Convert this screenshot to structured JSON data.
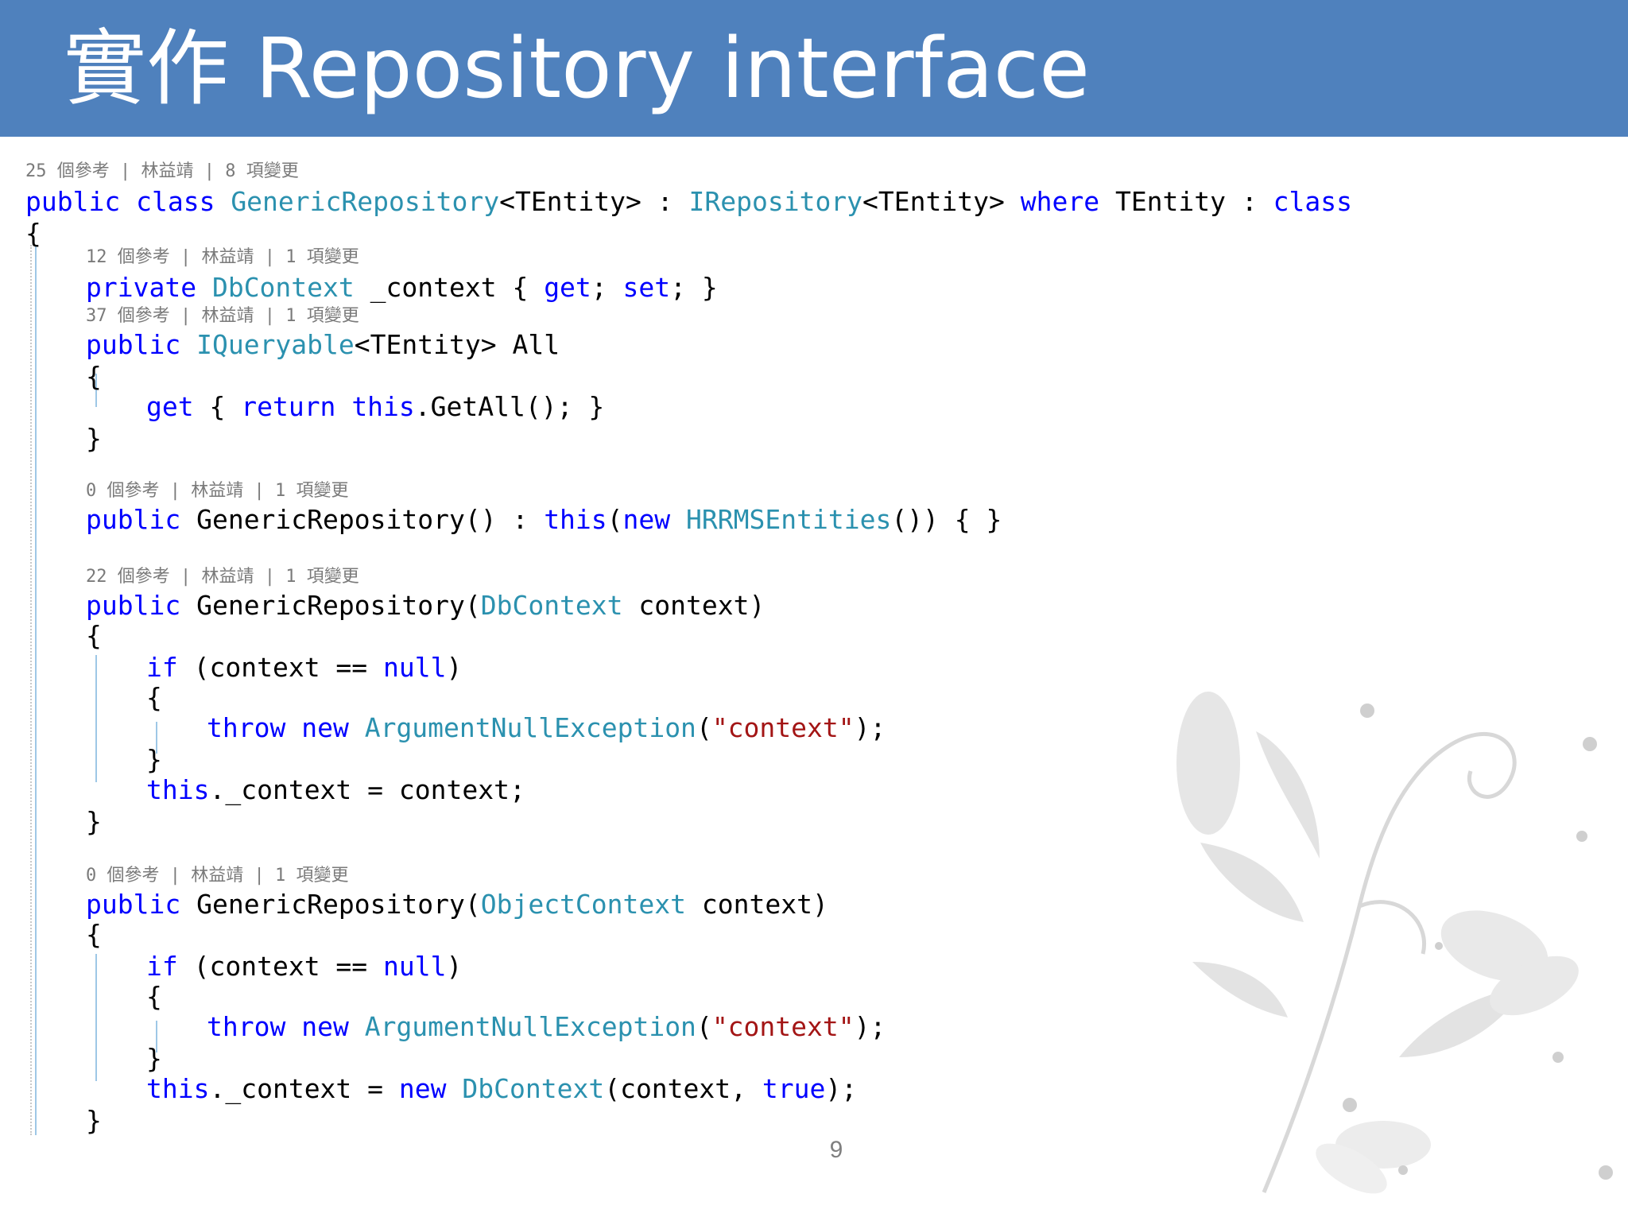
{
  "slide": {
    "title": "實作 Repository interface",
    "page_number": "9"
  },
  "code": {
    "lens": [
      "25 個參考 | 林益靖 | 8 項變更",
      "12 個參考 | 林益靖 | 1 項變更",
      "37 個參考 | 林益靖 | 1 項變更",
      "0 個參考 | 林益靖 | 1 項變更",
      "22 個參考 | 林益靖 | 1 項變更",
      "0 個參考 | 林益靖 | 1 項變更"
    ],
    "lines": [
      [
        {
          "t": "public",
          "c": "kw"
        },
        {
          "t": " "
        },
        {
          "t": "class",
          "c": "kw"
        },
        {
          "t": " "
        },
        {
          "t": "GenericRepository",
          "c": "ty"
        },
        {
          "t": "<TEntity> : "
        },
        {
          "t": "IRepository",
          "c": "ty"
        },
        {
          "t": "<TEntity> "
        },
        {
          "t": "where",
          "c": "kw"
        },
        {
          "t": " TEntity : "
        },
        {
          "t": "class",
          "c": "kw"
        }
      ],
      [
        {
          "t": "{"
        }
      ],
      [
        {
          "t": "private",
          "c": "kw"
        },
        {
          "t": " "
        },
        {
          "t": "DbContext",
          "c": "ty"
        },
        {
          "t": " _context { "
        },
        {
          "t": "get",
          "c": "kw"
        },
        {
          "t": "; "
        },
        {
          "t": "set",
          "c": "kw"
        },
        {
          "t": "; }"
        }
      ],
      [
        {
          "t": "public",
          "c": "kw"
        },
        {
          "t": " "
        },
        {
          "t": "IQueryable",
          "c": "ty"
        },
        {
          "t": "<TEntity> All"
        }
      ],
      [
        {
          "t": "{"
        }
      ],
      [
        {
          "t": "get",
          "c": "kw"
        },
        {
          "t": " { "
        },
        {
          "t": "return",
          "c": "kw"
        },
        {
          "t": " "
        },
        {
          "t": "this",
          "c": "kw"
        },
        {
          "t": ".GetAll(); }"
        }
      ],
      [
        {
          "t": "}"
        }
      ],
      [
        {
          "t": "public",
          "c": "kw"
        },
        {
          "t": " GenericRepository() : "
        },
        {
          "t": "this",
          "c": "kw"
        },
        {
          "t": "("
        },
        {
          "t": "new",
          "c": "kw"
        },
        {
          "t": " "
        },
        {
          "t": "HRRMSEntities",
          "c": "ty"
        },
        {
          "t": "()) { }"
        }
      ],
      [
        {
          "t": "public",
          "c": "kw"
        },
        {
          "t": " GenericRepository("
        },
        {
          "t": "DbContext",
          "c": "ty"
        },
        {
          "t": " context)"
        }
      ],
      [
        {
          "t": "{"
        }
      ],
      [
        {
          "t": "if",
          "c": "kw"
        },
        {
          "t": " (context == "
        },
        {
          "t": "null",
          "c": "kw"
        },
        {
          "t": ")"
        }
      ],
      [
        {
          "t": "{"
        }
      ],
      [
        {
          "t": "throw",
          "c": "kw"
        },
        {
          "t": " "
        },
        {
          "t": "new",
          "c": "kw"
        },
        {
          "t": " "
        },
        {
          "t": "ArgumentNullException",
          "c": "ty"
        },
        {
          "t": "("
        },
        {
          "t": "\"context\"",
          "c": "st"
        },
        {
          "t": ");"
        }
      ],
      [
        {
          "t": "}"
        }
      ],
      [
        {
          "t": "this",
          "c": "kw"
        },
        {
          "t": "._context = context;"
        }
      ],
      [
        {
          "t": "}"
        }
      ],
      [
        {
          "t": "public",
          "c": "kw"
        },
        {
          "t": " GenericRepository("
        },
        {
          "t": "ObjectContext",
          "c": "ty"
        },
        {
          "t": " context)"
        }
      ],
      [
        {
          "t": "{"
        }
      ],
      [
        {
          "t": "if",
          "c": "kw"
        },
        {
          "t": " (context == "
        },
        {
          "t": "null",
          "c": "kw"
        },
        {
          "t": ")"
        }
      ],
      [
        {
          "t": "{"
        }
      ],
      [
        {
          "t": "throw",
          "c": "kw"
        },
        {
          "t": " "
        },
        {
          "t": "new",
          "c": "kw"
        },
        {
          "t": " "
        },
        {
          "t": "ArgumentNullException",
          "c": "ty"
        },
        {
          "t": "("
        },
        {
          "t": "\"context\"",
          "c": "st"
        },
        {
          "t": ");"
        }
      ],
      [
        {
          "t": "}"
        }
      ],
      [
        {
          "t": "this",
          "c": "kw"
        },
        {
          "t": "._context = "
        },
        {
          "t": "new",
          "c": "kw"
        },
        {
          "t": " "
        },
        {
          "t": "DbContext",
          "c": "ty"
        },
        {
          "t": "(context, "
        },
        {
          "t": "true",
          "c": "kw"
        },
        {
          "t": ");"
        }
      ],
      [
        {
          "t": "}"
        }
      ]
    ]
  }
}
